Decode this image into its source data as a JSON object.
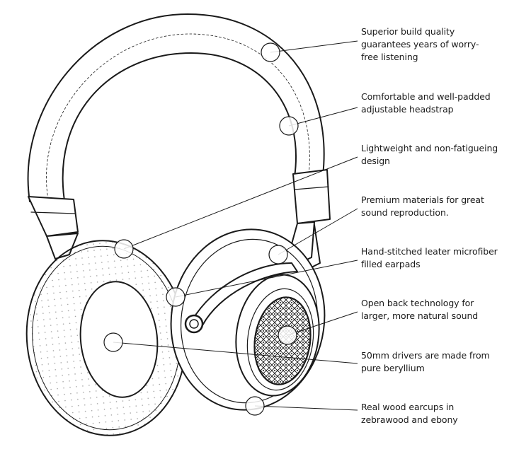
{
  "colors": {
    "ink": "#1a1a1a",
    "paper": "#ffffff",
    "dots": "#9a9a9a"
  },
  "features": [
    {
      "id": "build-quality",
      "lines": [
        "Superior build quality",
        "guarantees years of worry-",
        "free listening"
      ]
    },
    {
      "id": "headstrap",
      "lines": [
        "Comfortable and well-padded",
        "adjustable headstrap"
      ]
    },
    {
      "id": "lightweight",
      "lines": [
        "Lightweight and non-fatigueing",
        "design"
      ]
    },
    {
      "id": "materials",
      "lines": [
        "Premium materials for great",
        "sound reproduction."
      ]
    },
    {
      "id": "earpads",
      "lines": [
        "Hand-stitched leater microfiber",
        "filled earpads"
      ]
    },
    {
      "id": "open-back",
      "lines": [
        "Open back technology for",
        "larger, more natural sound"
      ]
    },
    {
      "id": "drivers",
      "lines": [
        "50mm drivers are made from",
        "pure beryllium"
      ]
    },
    {
      "id": "earcups",
      "lines": [
        "Real wood earcups in",
        "zebrawood and ebony"
      ]
    }
  ]
}
